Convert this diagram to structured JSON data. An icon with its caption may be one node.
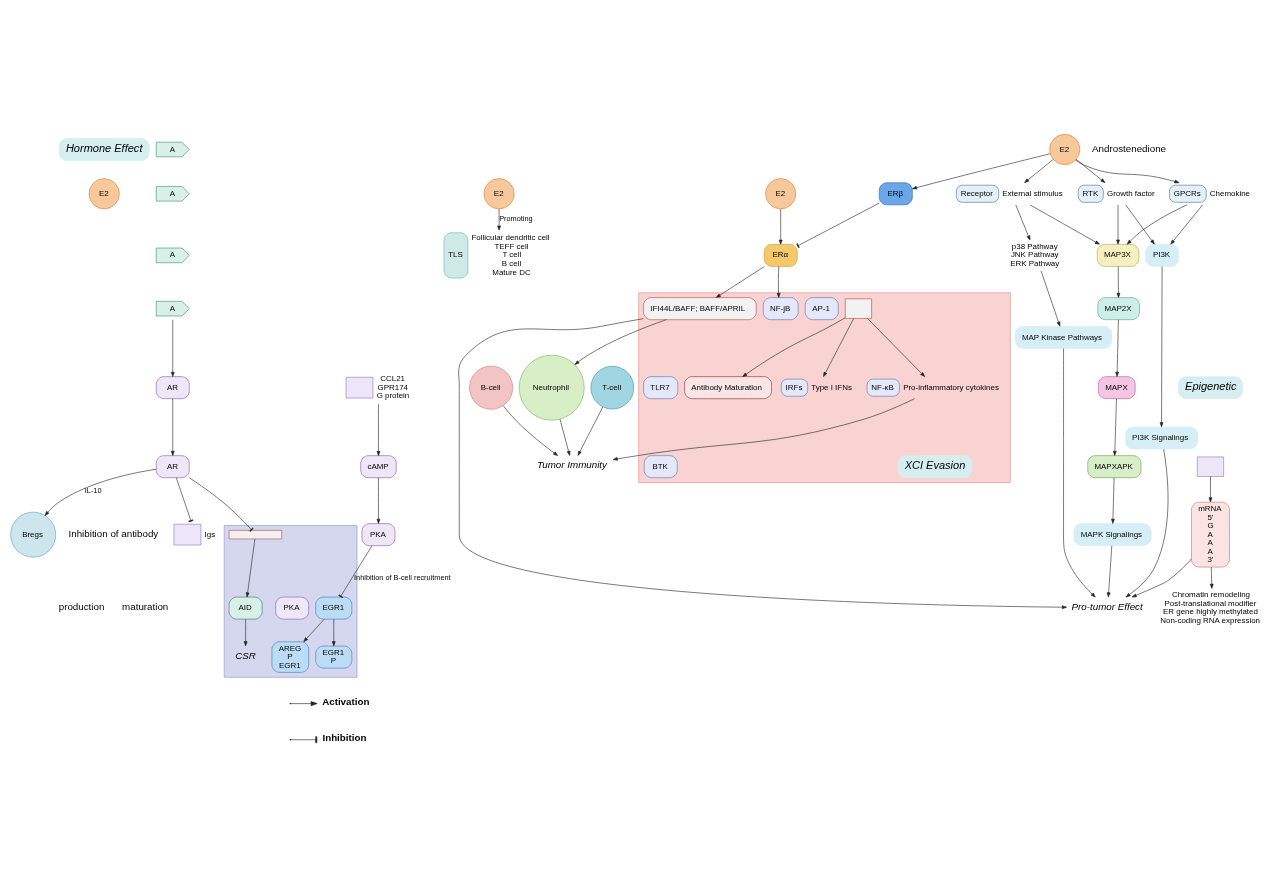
{
  "diagram": {
    "nodes": [
      {
        "text": [
          "Hormone Effect"
        ]
      },
      {
        "text": [
          "A"
        ]
      },
      {
        "text": [
          "A"
        ]
      },
      {
        "text": [
          "A"
        ]
      },
      {
        "text": [
          "A"
        ]
      },
      {
        "text": [],
        "shape": "box",
        "beside": [
          "Igs"
        ]
      },
      {
        "text": [
          "Bregs"
        ]
      },
      {
        "text": [],
        "shape": "box",
        "beside": [
          "CCL21",
          "GPR174",
          "G protein"
        ]
      },
      {
        "text": [
          "cAMP"
        ]
      },
      {
        "text": [
          "PKA"
        ]
      },
      {
        "text": [
          "AR"
        ]
      },
      {
        "text": [
          "AR"
        ]
      },
      {
        "text": [],
        "shape": "box"
      },
      {
        "text": [],
        "shape": "bar",
        "in": 12
      },
      {
        "text": [
          "AID"
        ],
        "in": 12
      },
      {
        "text": [
          "CSR"
        ],
        "in": 12
      },
      {
        "text": [
          "PKA"
        ],
        "in": 12
      },
      {
        "text": [
          "EGR1"
        ],
        "in": 12
      },
      {
        "text": [
          "EGR1",
          "P"
        ],
        "in": 12
      },
      {
        "text": [
          "AREG",
          "P",
          "EGR1"
        ],
        "in": 12
      },
      {
        "text": [
          "E2"
        ]
      },
      {
        "text": [
          "E2"
        ]
      },
      {
        "text": [
          "E2"
        ]
      },
      {
        "text": [
          "E2"
        ]
      },
      {
        "text": [
          "TLS"
        ],
        "beside": [
          "Follicular dendritic cell",
          "TEFF cell",
          "T cell",
          "B cell",
          "Mature DC"
        ]
      },
      {
        "text": [
          "RTK"
        ],
        "beside": [
          "Growth factor"
        ]
      },
      {
        "text": [
          "GPCRs"
        ],
        "beside": [
          "Chemokine"
        ]
      },
      {
        "text": [
          "Receptor"
        ],
        "beside": [
          "External stimulus"
        ]
      },
      {
        "text": [
          "Epigenetic"
        ]
      },
      {
        "text": [
          "ERα"
        ]
      },
      {
        "text": [
          "ERβ"
        ]
      },
      {
        "text": [
          "MAP3X"
        ]
      },
      {
        "text": [
          "p38 Pathway",
          "JNK Pathway",
          "ERK Pathway"
        ]
      },
      {
        "text": [
          "PI3K"
        ]
      },
      {
        "text": [
          "MAP2X"
        ]
      },
      {
        "text": [
          "Pro-tumor Effect"
        ]
      },
      {
        "text": [
          "MAP Kinase Pathways"
        ]
      },
      {
        "text": [
          "PI3K Signalings"
        ]
      },
      {
        "text": [
          "MAPX"
        ]
      },
      {
        "text": [],
        "shape": "box"
      },
      {
        "text": [
          "MAPXAPK"
        ]
      },
      {
        "text": [],
        "shape": "box"
      },
      {
        "text": [
          "NF-jB"
        ],
        "in": 41
      },
      {
        "text": [
          "AP-1"
        ],
        "in": 41
      },
      {
        "text": [
          "MAPK Signalings"
        ]
      },
      {
        "text": [
          "IFI44L/BAFF; BAFF/APRIL"
        ],
        "in": 41
      },
      {
        "text": [
          "mRNA",
          "5'",
          "G",
          "A",
          "A",
          "A",
          "3'"
        ]
      },
      {
        "text": [
          "Neutrophil"
        ]
      },
      {
        "text": [
          "T-cell"
        ]
      },
      {
        "text": [
          "B-cell"
        ]
      },
      {
        "text": [],
        "shape": "box",
        "in": 41
      },
      {
        "text": [
          "TLR7"
        ],
        "in": 41
      },
      {
        "text": [
          "BTK"
        ],
        "in": 41
      },
      {
        "text": [
          "Antibody Maturation"
        ],
        "in": 41
      },
      {
        "text": [
          "IRFs"
        ],
        "beside": [
          "Type I IFNs"
        ],
        "in": 41
      },
      {
        "text": [
          "NF-κB"
        ],
        "beside": [
          "Pro-inflammatory cytokines"
        ],
        "in": 41
      },
      {
        "text": [
          "XCI Evasion"
        ],
        "in": 41
      },
      {
        "text": [
          "Tumor Immunity"
        ]
      },
      {
        "text": [
          "Chromatin remodeling",
          "Post-translational modifier",
          "ER gene highly methylated",
          "Non-coding RNA expression"
        ]
      }
    ],
    "edges": [
      {
        "from": 7,
        "to": 8,
        "arrow": "to"
      },
      {
        "from": 8,
        "to": 9,
        "arrow": "to"
      },
      {
        "from": 9,
        "to": 17,
        "arrow": "other",
        "label": "Inhibition of B-cell recruitment"
      },
      {
        "from": 4,
        "to": 10,
        "arrow": "to"
      },
      {
        "from": 10,
        "to": 11,
        "arrow": "to"
      },
      {
        "from": 11,
        "to": 5,
        "arrow": "other"
      },
      {
        "from": 11,
        "to": 6,
        "arrow": "to",
        "label": "IL-10"
      },
      {
        "from": 11,
        "to": 13,
        "arrow": "other"
      },
      {
        "from": 13,
        "to": 14,
        "arrow": "to"
      },
      {
        "from": 14,
        "to": 15,
        "arrow": "to"
      },
      {
        "from": 17,
        "to": 18,
        "arrow": "to"
      },
      {
        "from": 17,
        "to": 19,
        "arrow": "to"
      },
      {
        "from": 21,
        "to": 24,
        "arrow": "to",
        "label": "Promoting"
      },
      {
        "from": 22,
        "to": 29,
        "arrow": "to"
      },
      {
        "from": 23,
        "to": 30,
        "arrow": "to"
      },
      {
        "from": 23,
        "to": 25,
        "arrow": "to"
      },
      {
        "from": 23,
        "to": 26,
        "arrow": "to"
      },
      {
        "from": 23,
        "to": 27,
        "arrow": "to"
      },
      {
        "from": 30,
        "to": 29,
        "arrow": "other"
      },
      {
        "from": 25,
        "to": 33,
        "arrow": "to"
      },
      {
        "from": 25,
        "to": 31,
        "arrow": "to"
      },
      {
        "from": 26,
        "to": 33,
        "arrow": "to"
      },
      {
        "from": 26,
        "to": 31,
        "arrow": "to"
      },
      {
        "from": 27,
        "to": 31,
        "arrow": "to"
      },
      {
        "from": 27,
        "to": 32,
        "arrow": "to"
      },
      {
        "from": 32,
        "to": 36,
        "arrow": "to"
      },
      {
        "from": 33,
        "to": 37,
        "arrow": "to"
      },
      {
        "from": 31,
        "to": 34,
        "arrow": "to"
      },
      {
        "from": 34,
        "to": 38,
        "arrow": "to"
      },
      {
        "from": 38,
        "to": 40,
        "arrow": "to"
      },
      {
        "from": 40,
        "to": 44,
        "arrow": "to"
      },
      {
        "from": 29,
        "to": 42,
        "arrow": "to"
      },
      {
        "from": 29,
        "to": 45,
        "arrow": "to"
      },
      {
        "from": 37,
        "to": 35,
        "arrow": "to"
      },
      {
        "from": 44,
        "to": 35,
        "arrow": "to"
      },
      {
        "from": 36,
        "to": 35,
        "arrow": "to"
      },
      {
        "from": 46,
        "to": 35,
        "arrow": "to"
      },
      {
        "from": 45,
        "to": 35,
        "arrow": "to"
      },
      {
        "from": 45,
        "to": 47,
        "arrow": "to"
      },
      {
        "from": 39,
        "to": 46,
        "arrow": "to"
      },
      {
        "from": 46,
        "to": 58,
        "arrow": "to"
      },
      {
        "from": 47,
        "to": 57,
        "arrow": "to"
      },
      {
        "from": 48,
        "to": 57,
        "arrow": "to"
      },
      {
        "from": 49,
        "to": 57,
        "arrow": "to"
      },
      {
        "from": 50,
        "to": 53,
        "arrow": "to"
      },
      {
        "from": 50,
        "to": 54,
        "arrow": "to"
      },
      {
        "from": 50,
        "to": 55,
        "arrow": "to"
      },
      {
        "from": 55,
        "to": 57,
        "arrow": "to"
      }
    ],
    "labels": [
      "Androstenedione",
      "Inhibition of antibody",
      "production",
      "maturation"
    ],
    "legend": [
      {
        "text": "Activation"
      },
      {
        "text": "Inhibition"
      }
    ]
  }
}
